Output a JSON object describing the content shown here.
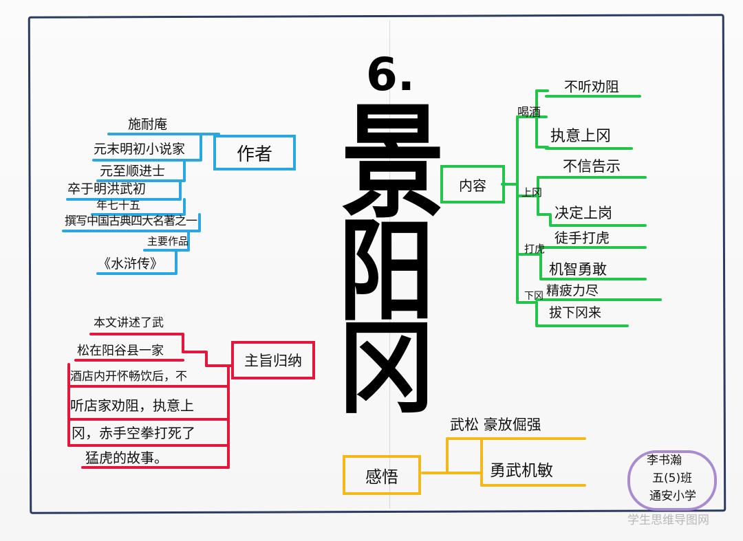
{
  "title": {
    "number": "6.",
    "chars": [
      "景",
      "阳",
      "冈"
    ]
  },
  "author": {
    "label": "作者",
    "items": [
      "施耐庵",
      "元末明初小说家",
      "元至顺进士",
      "卒于明洪武初",
      "年七十五",
      "撰写中国古典四大名著之一",
      "主要作品",
      "《水浒传》"
    ]
  },
  "content": {
    "label": "内容",
    "branches": [
      {
        "label": "喝酒",
        "items": [
          "不听劝阻",
          "执意上冈"
        ]
      },
      {
        "label": "上冈",
        "items": [
          "不信告示",
          "决定上岗"
        ]
      },
      {
        "label": "打虎",
        "items": [
          "徒手打虎",
          "机智勇敢"
        ]
      },
      {
        "label": "下冈",
        "items": [
          "精疲力尽",
          "拔下冈来"
        ]
      }
    ]
  },
  "summary": {
    "label": "主旨归纳",
    "items": [
      "本文讲述了武",
      "松在阳谷县一家",
      "酒店内开怀畅饮后，不",
      "听店家劝阻，执意上",
      "冈，赤手空拳打死了",
      "猛虎的故事。"
    ]
  },
  "feeling": {
    "label": "感悟",
    "items": [
      "武松 豪放倔强",
      "勇武机敏"
    ]
  },
  "signature": {
    "lines": [
      "李书瀚",
      "五(5)班",
      "通安小学"
    ]
  },
  "watermark": "学生思维导图网",
  "colors": {
    "author": "#2aa6e0",
    "content": "#22c44a",
    "summary": "#e3163c",
    "feeling": "#f2b81c",
    "signature": "#a98bd0",
    "frame": "#2b3a63"
  }
}
